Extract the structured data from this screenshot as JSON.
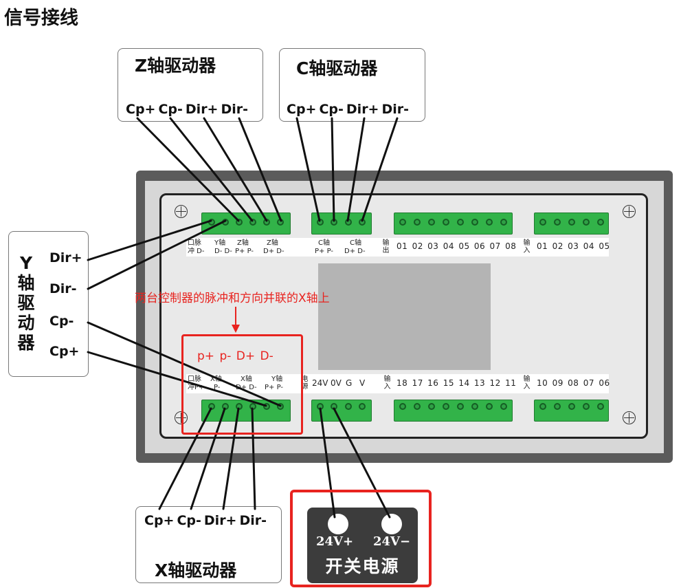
{
  "page_title": "信号接线",
  "z_driver": {
    "title": "Z轴驱动器",
    "pins": [
      "Cp+",
      "Cp-",
      "Dir+",
      "Dir-"
    ]
  },
  "c_driver": {
    "title": "C轴驱动器",
    "pins": [
      "Cp+",
      "Cp-",
      "Dir+",
      "Dir-"
    ]
  },
  "y_driver": {
    "title_chars": [
      "Y",
      "轴",
      "驱",
      "动",
      "器"
    ],
    "pins": [
      "Dir+",
      "Dir-",
      "Cp-",
      "Cp+"
    ]
  },
  "x_driver": {
    "title": "X轴驱动器",
    "pins": [
      "Cp+",
      "Cp-",
      "Dir+",
      "Dir-"
    ]
  },
  "controller": {
    "top_row": {
      "group1": [
        "口脉",
        "冲 D-",
        "Y轴",
        "D- D-"
      ],
      "z_group": [
        "Z轴",
        "P+ P-",
        "Z轴",
        "D+ D-"
      ],
      "c_group": [
        "C轴",
        "P+ P-",
        "C轴",
        "D+ D-"
      ],
      "output_label": "输出",
      "output_numbers": [
        "01",
        "02",
        "03",
        "04",
        "05",
        "06",
        "07",
        "08"
      ],
      "input_label": "输入",
      "input_numbers": [
        "01",
        "02",
        "03",
        "04",
        "05"
      ]
    },
    "bottom_row": {
      "x_group": [
        "口脉",
        "X轴",
        "X轴",
        "Y轴"
      ],
      "x_sub": [
        "冲P+",
        "P-",
        "D+ D-",
        "P+ P-"
      ],
      "power_side_label": "电源",
      "power_labels": [
        "24V",
        "0V",
        "G",
        "V"
      ],
      "output_label": "输入",
      "output_numbers": [
        "18",
        "17",
        "16",
        "15",
        "14",
        "13",
        "12",
        "11"
      ],
      "input_label": "输入",
      "input_numbers": [
        "10",
        "09",
        "08",
        "07",
        "06"
      ]
    }
  },
  "annotation": {
    "note": "两台控制器的脉冲和方向并联的X轴上",
    "pins": "p+ p- D+ D-"
  },
  "power_supply": {
    "plus": "24V+",
    "minus": "24V−",
    "title": "开关电源"
  },
  "colors": {
    "terminal_green": "#32b349",
    "highlight_red": "#e8231f",
    "psu_dark": "#3c3c3c"
  }
}
